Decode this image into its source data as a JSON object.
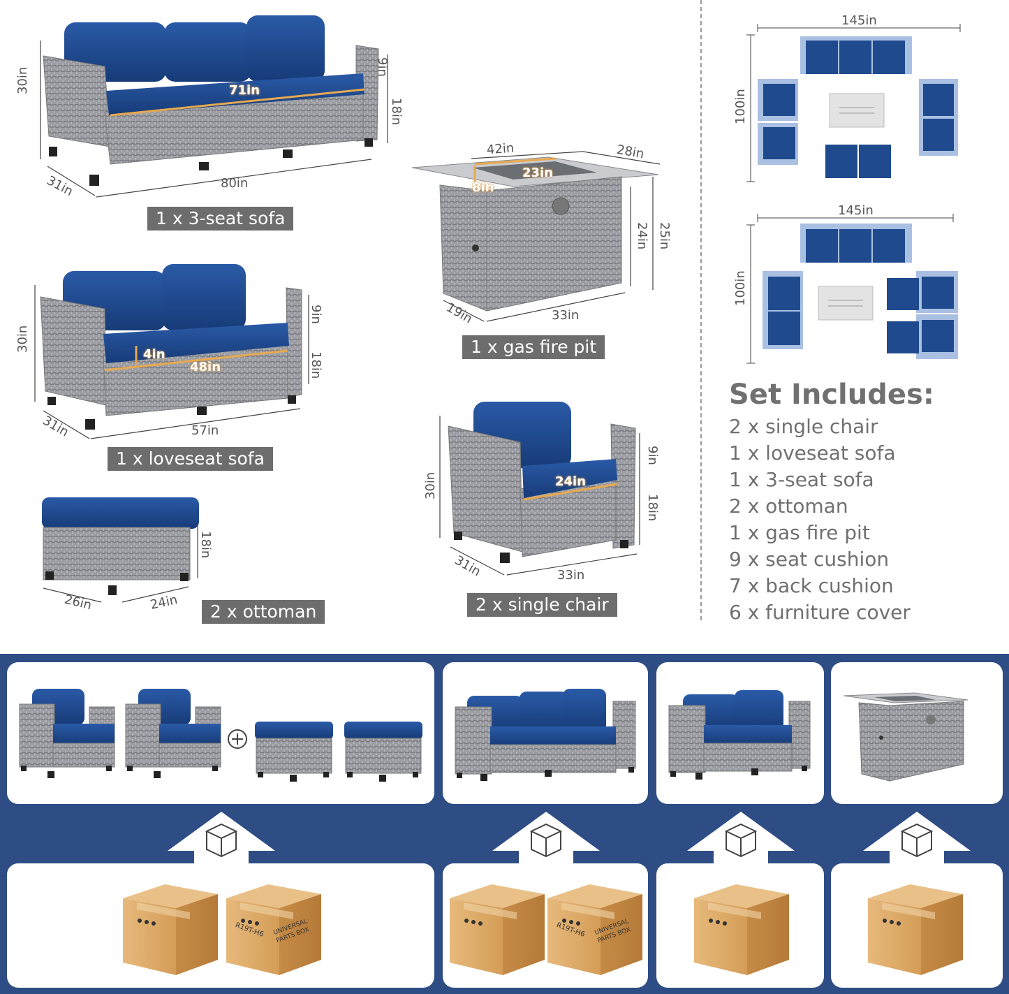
{
  "sofa3": {
    "label": "1 x 3-seat sofa",
    "dims": {
      "height": "30in",
      "back": "9in",
      "seat": "18in",
      "depth": "31in",
      "width": "80in",
      "seat_width": "71in"
    }
  },
  "fire_pit": {
    "label": "1 x gas fire pit",
    "dims": {
      "top_length": "42in",
      "top_width": "28in",
      "burner_length": "23in",
      "burner_width": "8in",
      "body_height": "24in",
      "total_height": "25in",
      "base_depth": "19in",
      "base_length": "33in"
    }
  },
  "loveseat": {
    "label": "1 x loveseat sofa",
    "dims": {
      "height": "30in",
      "back": "9in",
      "seat": "18in",
      "cushion": "4in",
      "seat_width": "48in",
      "depth": "31in",
      "width": "57in"
    }
  },
  "chair": {
    "label": "2 x single chair",
    "dims": {
      "height": "30in",
      "back": "9in",
      "seat": "18in",
      "seat_width": "24in",
      "depth": "31in",
      "width": "33in"
    }
  },
  "ottoman": {
    "label": "2 x ottoman",
    "dims": {
      "height": "18in",
      "length": "26in",
      "width": "24in"
    }
  },
  "layouts": [
    {
      "width": "145in",
      "depth": "100in"
    },
    {
      "width": "145in",
      "depth": "100in"
    }
  ],
  "set_includes": {
    "title": "Set Includes:",
    "items": [
      "2 x single chair",
      "1 x loveseat sofa",
      "1 x 3-seat sofa",
      "2 x ottoman",
      "1 x gas fire pit",
      "9 x seat cushion",
      "7 x back cushion",
      "6 x furniture cover"
    ]
  },
  "boxes": {
    "label_universal": "UNIVERSAL PARTS BOX",
    "label_code": "R19T-H6"
  },
  "colors": {
    "cushion": "#1f4a8e",
    "wicker": "#8d9096",
    "band": "#2e4d85",
    "label_bg": "#6d6d6d",
    "cardboard": "#d9a96a"
  }
}
